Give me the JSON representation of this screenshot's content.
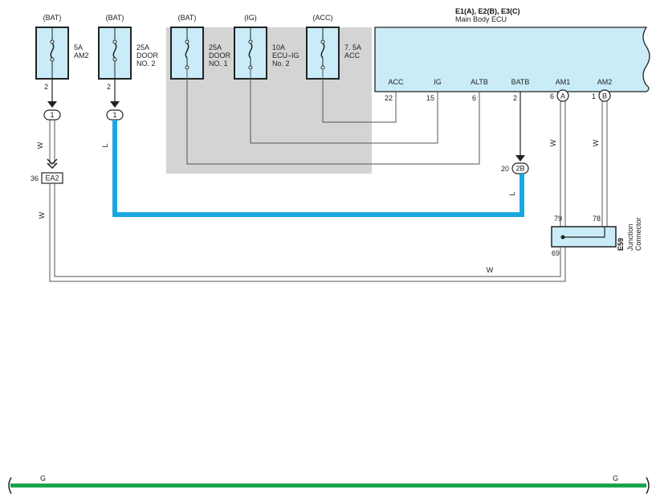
{
  "fuses": [
    {
      "source": "(BAT)",
      "rating": "5A",
      "name_lines": [
        "AM2"
      ],
      "pin": "2"
    },
    {
      "source": "(BAT)",
      "rating": "25A",
      "name_lines": [
        "DOOR",
        "NO. 2"
      ],
      "pin": "2"
    },
    {
      "source": "(BAT)",
      "rating": "25A",
      "name_lines": [
        "DOOR",
        "NO. 1"
      ],
      "pin": ""
    },
    {
      "source": "(IG)",
      "rating": "10A",
      "name_lines": [
        "ECU–IG",
        "No. 2"
      ],
      "pin": ""
    },
    {
      "source": "(ACC)",
      "rating": "7. 5A",
      "name_lines": [
        "ACC"
      ],
      "pin": ""
    }
  ],
  "ecu": {
    "connectors": "E1(A), E2(B), E3(C)",
    "name": "Main Body ECU",
    "terminals": [
      {
        "label": "ACC",
        "pin": "22",
        "conn": ""
      },
      {
        "label": "IG",
        "pin": "15",
        "conn": ""
      },
      {
        "label": "ALTB",
        "pin": "6",
        "conn": ""
      },
      {
        "label": "BATB",
        "pin": "2",
        "conn": ""
      },
      {
        "label": "AM1",
        "pin": "6",
        "conn": "A"
      },
      {
        "label": "AM2",
        "pin": "1",
        "conn": "B"
      }
    ]
  },
  "connectors": {
    "fuse_am2_out": "1",
    "fuse_door2_out": "1",
    "ea2_pin": "36",
    "ea2_label": "EA2",
    "batb_pin": "20",
    "batb_label": "2B"
  },
  "junction": {
    "id": "E59",
    "name_lines": [
      "Junction",
      "Connector"
    ],
    "pin_in_1": "79",
    "pin_in_2": "78",
    "pin_out": "69"
  },
  "wire_labels": {
    "am2_top": "W",
    "am2_bottom": "W",
    "door2": "L",
    "batb": "L",
    "am1": "W",
    "am2_ecu": "W",
    "bottom_run": "W",
    "ground_left": "G",
    "ground_right": "G"
  },
  "colors": {
    "wire_blue": "#1aa7e0",
    "wire_green": "#13a24a",
    "fuse_fill": "#c9ecf8",
    "ecu_fill": "#c9ecf8",
    "panel_gray": "#d4d4d4"
  }
}
